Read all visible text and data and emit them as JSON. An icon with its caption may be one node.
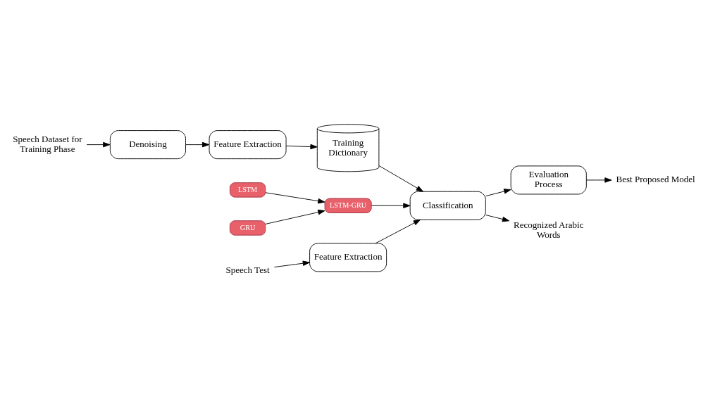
{
  "diagram": {
    "nodes": [
      {
        "text": [
          "Speech Dataset for Training Phase"
        ]
      },
      {
        "text": [
          "Denoising"
        ]
      },
      {
        "text": [
          "Feature Extraction"
        ]
      },
      {
        "text": [
          "Training Dictionary"
        ]
      },
      {
        "text": [
          "LSTM"
        ]
      },
      {
        "text": [
          "GRU"
        ]
      },
      {
        "text": [
          "LSTM-GRU"
        ]
      },
      {
        "text": [
          "Speech Test"
        ]
      },
      {
        "text": [
          "Feature Extraction"
        ]
      },
      {
        "text": [
          "Classification"
        ]
      },
      {
        "text": [
          "Evaluation Process"
        ]
      },
      {
        "text": [
          "Best Proposed Model"
        ]
      },
      {
        "text": [
          "Recognized Arabic Words"
        ]
      }
    ],
    "edges": [
      {
        "from": 0,
        "to": 1,
        "arrow": "to"
      },
      {
        "from": 1,
        "to": 2,
        "arrow": "to"
      },
      {
        "from": 2,
        "to": 3,
        "arrow": "to"
      },
      {
        "from": 4,
        "to": 6,
        "arrow": "to"
      },
      {
        "from": 5,
        "to": 6,
        "arrow": "to"
      },
      {
        "from": 6,
        "to": 9,
        "arrow": "to"
      },
      {
        "from": 3,
        "to": 9,
        "arrow": "to"
      },
      {
        "from": 7,
        "to": 8,
        "arrow": "to"
      },
      {
        "from": 8,
        "to": 9,
        "arrow": "to"
      },
      {
        "from": 9,
        "to": 10,
        "arrow": "to"
      },
      {
        "from": 10,
        "to": 11,
        "arrow": "to"
      },
      {
        "from": 9,
        "to": 12,
        "arrow": "to"
      }
    ]
  }
}
